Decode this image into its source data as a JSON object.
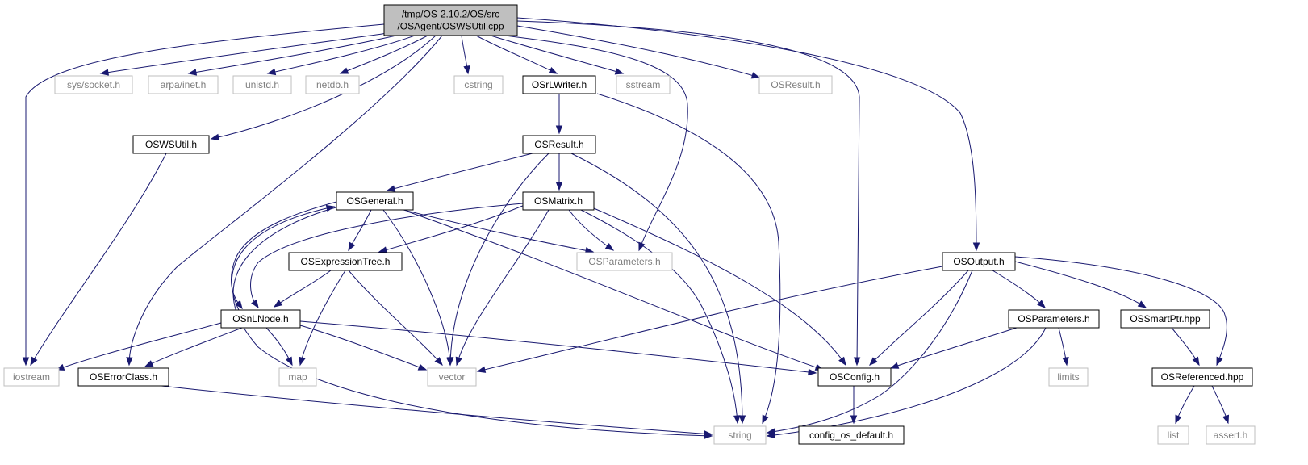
{
  "colors": {
    "edge": "#191970",
    "root_fill": "#bfbfbf",
    "documented_stroke": "#000000",
    "documented_text": "#000000",
    "external_stroke": "#bfbfbf",
    "external_text": "#7f7f7f"
  },
  "nodes": [
    {
      "id": "root",
      "lines": [
        "/tmp/OS-2.10.2/OS/src",
        "/OSAgent/OSWSUtil.cpp"
      ],
      "kind": "root"
    },
    {
      "id": "iostream",
      "lines": [
        "iostream"
      ],
      "kind": "external"
    },
    {
      "id": "sys_socket",
      "lines": [
        "sys/socket.h"
      ],
      "kind": "external"
    },
    {
      "id": "arpa_inet",
      "lines": [
        "arpa/inet.h"
      ],
      "kind": "external"
    },
    {
      "id": "unistd",
      "lines": [
        "unistd.h"
      ],
      "kind": "external"
    },
    {
      "id": "netdb",
      "lines": [
        "netdb.h"
      ],
      "kind": "external"
    },
    {
      "id": "cstring",
      "lines": [
        "cstring"
      ],
      "kind": "external"
    },
    {
      "id": "osrlwriter",
      "lines": [
        "OSrLWriter.h"
      ],
      "kind": "documented"
    },
    {
      "id": "sstream",
      "lines": [
        "sstream"
      ],
      "kind": "external"
    },
    {
      "id": "osresult_ext",
      "lines": [
        "OSResult.h"
      ],
      "kind": "external"
    },
    {
      "id": "oswsutil_h",
      "lines": [
        "OSWSUtil.h"
      ],
      "kind": "documented"
    },
    {
      "id": "osresult",
      "lines": [
        "OSResult.h"
      ],
      "kind": "documented"
    },
    {
      "id": "osgeneral",
      "lines": [
        "OSGeneral.h"
      ],
      "kind": "documented"
    },
    {
      "id": "osmatrix",
      "lines": [
        "OSMatrix.h"
      ],
      "kind": "documented"
    },
    {
      "id": "osparameters_ext",
      "lines": [
        "OSParameters.h"
      ],
      "kind": "external"
    },
    {
      "id": "osoutput",
      "lines": [
        "OSOutput.h"
      ],
      "kind": "documented"
    },
    {
      "id": "osexprtree",
      "lines": [
        "OSExpressionTree.h"
      ],
      "kind": "documented"
    },
    {
      "id": "osnlnode",
      "lines": [
        "OSnLNode.h"
      ],
      "kind": "documented"
    },
    {
      "id": "osparameters",
      "lines": [
        "OSParameters.h"
      ],
      "kind": "documented"
    },
    {
      "id": "ossmartptr",
      "lines": [
        "OSSmartPtr.hpp"
      ],
      "kind": "documented"
    },
    {
      "id": "oserrorclass",
      "lines": [
        "OSErrorClass.h"
      ],
      "kind": "documented"
    },
    {
      "id": "map",
      "lines": [
        "map"
      ],
      "kind": "external"
    },
    {
      "id": "vector",
      "lines": [
        "vector"
      ],
      "kind": "external"
    },
    {
      "id": "osconfig",
      "lines": [
        "OSConfig.h"
      ],
      "kind": "documented"
    },
    {
      "id": "limits",
      "lines": [
        "limits"
      ],
      "kind": "external"
    },
    {
      "id": "osreferenced",
      "lines": [
        "OSReferenced.hpp"
      ],
      "kind": "documented"
    },
    {
      "id": "string",
      "lines": [
        "string"
      ],
      "kind": "external"
    },
    {
      "id": "config_default",
      "lines": [
        "config_os_default.h"
      ],
      "kind": "documented"
    },
    {
      "id": "list",
      "lines": [
        "list"
      ],
      "kind": "external"
    },
    {
      "id": "assert",
      "lines": [
        "assert.h"
      ],
      "kind": "external"
    }
  ],
  "edges": [
    {
      "from": "root",
      "to": "iostream"
    },
    {
      "from": "root",
      "to": "sys_socket"
    },
    {
      "from": "root",
      "to": "arpa_inet"
    },
    {
      "from": "root",
      "to": "unistd"
    },
    {
      "from": "root",
      "to": "netdb"
    },
    {
      "from": "root",
      "to": "oswsutil_h"
    },
    {
      "from": "root",
      "to": "oserrorclass"
    },
    {
      "from": "root",
      "to": "cstring"
    },
    {
      "from": "root",
      "to": "osrlwriter"
    },
    {
      "from": "root",
      "to": "sstream"
    },
    {
      "from": "root",
      "to": "osparameters_ext"
    },
    {
      "from": "root",
      "to": "osresult_ext"
    },
    {
      "from": "root",
      "to": "osconfig"
    },
    {
      "from": "root",
      "to": "osoutput"
    },
    {
      "from": "oswsutil_h",
      "to": "iostream"
    },
    {
      "from": "osrlwriter",
      "to": "osresult"
    },
    {
      "from": "osrlwriter",
      "to": "string"
    },
    {
      "from": "osresult",
      "to": "osgeneral"
    },
    {
      "from": "osresult",
      "to": "osmatrix"
    },
    {
      "from": "osresult",
      "to": "vector"
    },
    {
      "from": "osresult",
      "to": "string"
    },
    {
      "from": "osgeneral",
      "to": "osexprtree"
    },
    {
      "from": "osgeneral",
      "to": "osparameters_ext"
    },
    {
      "from": "osgeneral",
      "to": "osnlnode"
    },
    {
      "from": "osgeneral",
      "to": "vector"
    },
    {
      "from": "osgeneral",
      "to": "osconfig"
    },
    {
      "from": "osgeneral",
      "to": "string"
    },
    {
      "from": "osmatrix",
      "to": "osexprtree"
    },
    {
      "from": "osmatrix",
      "to": "osparameters_ext"
    },
    {
      "from": "osmatrix",
      "to": "osnlnode"
    },
    {
      "from": "osmatrix",
      "to": "vector"
    },
    {
      "from": "osmatrix",
      "to": "osconfig"
    },
    {
      "from": "osmatrix",
      "to": "string"
    },
    {
      "from": "osexprtree",
      "to": "osnlnode"
    },
    {
      "from": "osexprtree",
      "to": "map"
    },
    {
      "from": "osexprtree",
      "to": "vector"
    },
    {
      "from": "osnlnode",
      "to": "osgeneral"
    },
    {
      "from": "osnlnode",
      "to": "iostream"
    },
    {
      "from": "osnlnode",
      "to": "oserrorclass"
    },
    {
      "from": "osnlnode",
      "to": "map"
    },
    {
      "from": "osnlnode",
      "to": "vector"
    },
    {
      "from": "osnlnode",
      "to": "osconfig"
    },
    {
      "from": "oserrorclass",
      "to": "string"
    },
    {
      "from": "osoutput",
      "to": "vector"
    },
    {
      "from": "osoutput",
      "to": "osconfig"
    },
    {
      "from": "osoutput",
      "to": "string"
    },
    {
      "from": "osoutput",
      "to": "osparameters"
    },
    {
      "from": "osoutput",
      "to": "ossmartptr"
    },
    {
      "from": "osoutput",
      "to": "osreferenced"
    },
    {
      "from": "osparameters",
      "to": "osconfig"
    },
    {
      "from": "osparameters",
      "to": "limits"
    },
    {
      "from": "osparameters",
      "to": "string"
    },
    {
      "from": "ossmartptr",
      "to": "osreferenced"
    },
    {
      "from": "osreferenced",
      "to": "list"
    },
    {
      "from": "osreferenced",
      "to": "assert"
    },
    {
      "from": "osconfig",
      "to": "config_default"
    }
  ]
}
